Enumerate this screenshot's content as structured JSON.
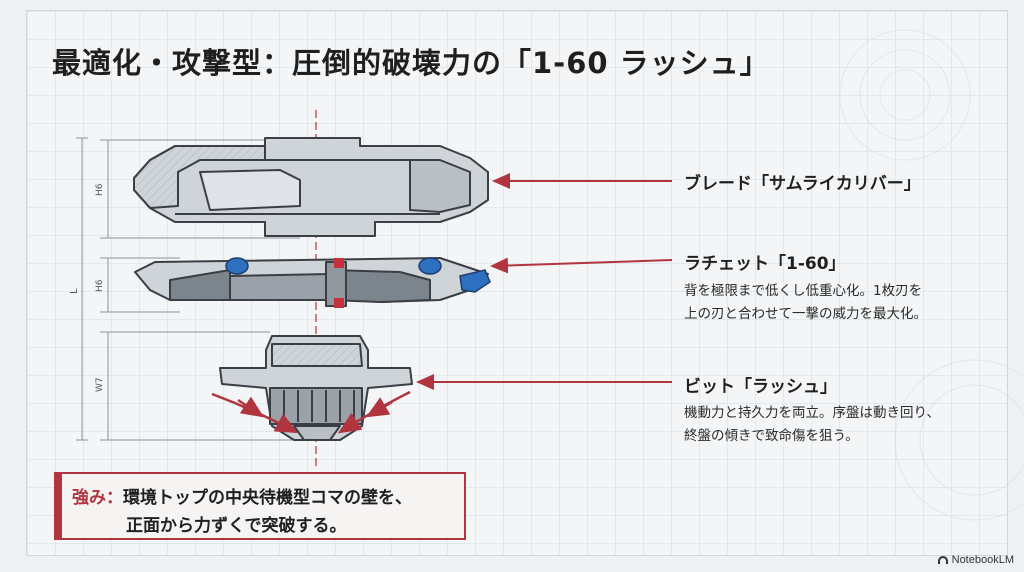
{
  "title": "最適化・攻撃型：圧倒的破壊力の「1-60 ラッシュ」",
  "dimensions": {
    "h6_top": "H6",
    "h6_mid": "H6",
    "l": "L",
    "w7": "W7"
  },
  "parts": [
    {
      "title": "ブレード「サムライカリバー」",
      "desc": []
    },
    {
      "title": "ラチェット「1-60」",
      "desc": [
        "背を極限まで低くし低重心化。1枚刃を",
        "上の刃と合わせて一撃の威力を最大化。"
      ]
    },
    {
      "title": "ビット「ラッシュ」",
      "desc": [
        "機動力と持久力を両立。序盤は動き回り、",
        "終盤の傾きで致命傷を狙う。"
      ]
    }
  ],
  "strength": {
    "key": "強み：",
    "line1": "環境トップの中央待機型コマの壁を、",
    "line2": "正面から力ずくで突破する。"
  },
  "brand": "NotebookLM",
  "colors": {
    "accent": "#b0353f",
    "blue": "#2f6fc0"
  }
}
